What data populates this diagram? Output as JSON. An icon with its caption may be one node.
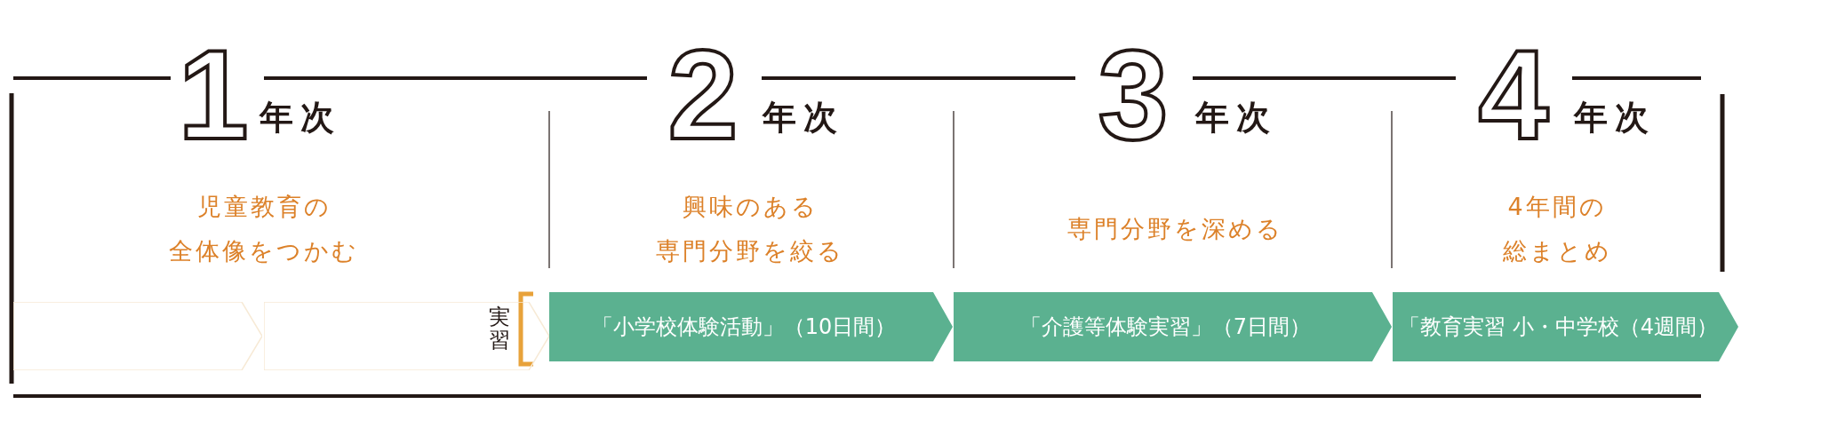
{
  "diagram": {
    "nodes": [
      {
        "text": [],
        "shape": "chevron"
      },
      {
        "text": [],
        "shape": "chevron"
      },
      {
        "text": [
          "「小学校体験活動」（10日間）"
        ]
      },
      {
        "text": [
          "「介護等体験実習」（7日間）"
        ]
      },
      {
        "text": [
          "「教育実習 小・中学校（4週間）"
        ]
      }
    ],
    "labels": [
      "1",
      "年次",
      "2",
      "年次",
      "3",
      "年次",
      "4",
      "年次",
      "児童教育の全体像をつかむ",
      "興味のある専門分野を絞る",
      "専門分野を深める",
      "4年間の総まとめ",
      "実習"
    ]
  }
}
